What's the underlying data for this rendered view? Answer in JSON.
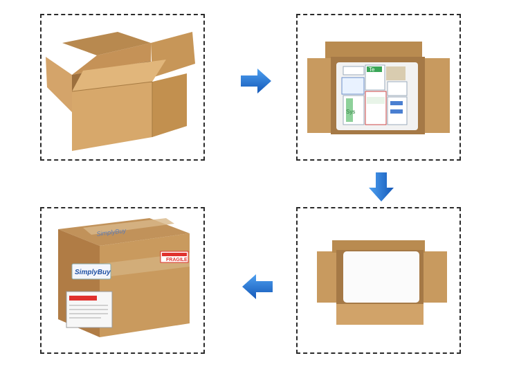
{
  "steps": [
    {
      "id": "empty-box"
    },
    {
      "id": "box-with-products"
    },
    {
      "id": "sealed-box"
    },
    {
      "id": "box-with-foam"
    }
  ],
  "arrow_color": "#1e6fd6",
  "packed_box": {
    "brand_label": "SimplyBuy",
    "brand_tape_text": "SimplyBuy",
    "fragile_label": "FRAGILE",
    "fragile_color": "#e0312e"
  },
  "products": {
    "brand_fragment_1": "Te",
    "brand_fragment_2": "Sys"
  }
}
